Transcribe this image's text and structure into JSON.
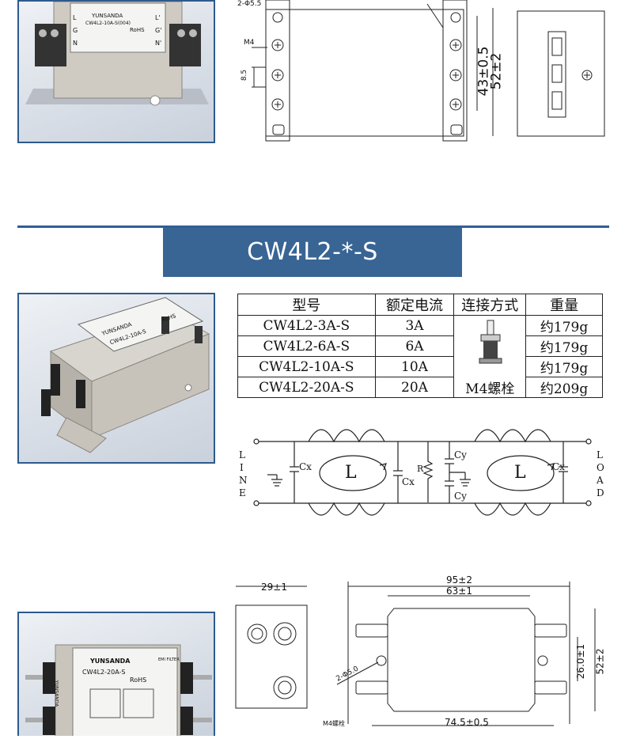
{
  "top": {
    "drawing_labels": {
      "m4": "M4",
      "h85": "8.5",
      "d43": "43±0.5",
      "d52": "52±2",
      "corner": "2-Φ5.5"
    },
    "photo_labels": {
      "brand": "YUNSANDA",
      "model": "CW4L2-10A-S(004)",
      "rohs": "RoHS",
      "l_in": "L",
      "g_in": "G",
      "n_in": "N",
      "l_out": "L'",
      "g_out": "G'",
      "n_out": "N'"
    }
  },
  "banner": {
    "title": "CW4L2-*-S"
  },
  "spec_table": {
    "headers": [
      "型号",
      "额定电流",
      "连接方式",
      "重量"
    ],
    "rows": [
      {
        "model": "CW4L2-3A-S",
        "current": "3A",
        "weight": "约179g"
      },
      {
        "model": "CW4L2-6A-S",
        "current": "6A",
        "weight": "约179g"
      },
      {
        "model": "CW4L2-10A-S",
        "current": "10A",
        "weight": "约179g"
      },
      {
        "model": "CW4L2-20A-S",
        "current": "20A",
        "weight": "约209g"
      }
    ],
    "connection": "M4螺栓"
  },
  "photo2": {
    "brand": "YUNSANDA",
    "model": "CW4L2-10A-S",
    "rohs": "RoHS"
  },
  "circuit": {
    "line": [
      "L",
      "I",
      "N",
      "E"
    ],
    "load": [
      "L",
      "O",
      "A",
      "D"
    ],
    "cx1": "Cx",
    "cx2": "Cx",
    "cx3": "Cx",
    "cy1": "Cy",
    "cy2": "Cy",
    "r": "R",
    "l1": "L",
    "l2": "L"
  },
  "photo3": {
    "brand": "YUNSANDA",
    "model": "CW4L2-20A-S",
    "rohs": "RoHS",
    "filter": "EMI FILTER",
    "side": "YUNSANDA"
  },
  "bottom_drawing": {
    "d29": "29±1",
    "d95": "95±2",
    "d63": "63±1",
    "d26": "26.0±1",
    "d52": "52±2",
    "d74": "74.5±0.5",
    "hole": "2-Φ5.0",
    "bolt": "M4螺栓"
  },
  "colors": {
    "accent": "#386594",
    "frame": "#2d5a8e"
  }
}
